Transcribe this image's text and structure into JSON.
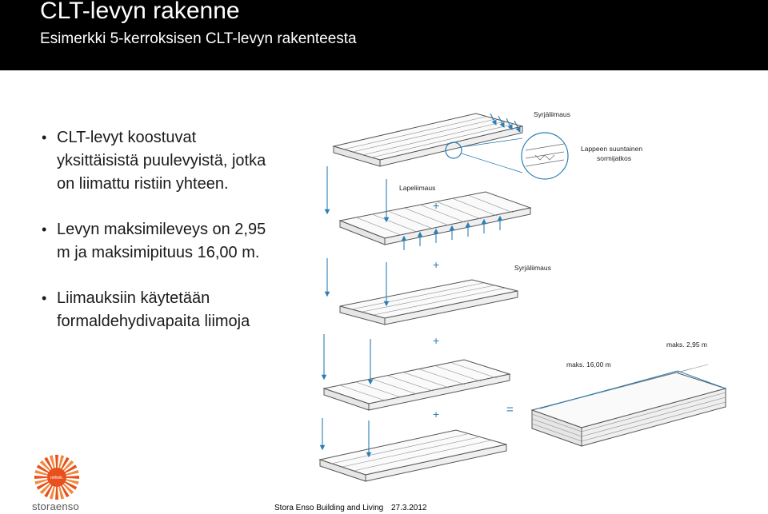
{
  "header": {
    "title": "CLT-levyn rakenne",
    "subtitle": "Esimerkki 5-kerroksisen CLT-levyn rakenteesta"
  },
  "bullets": [
    "CLT-levyt koostuvat yksittäisistä puulevyistä, jotka on liimattu ristiin yhteen.",
    "Levyn maksimileveys on 2,95 m ja maksimipituus 16,00 m.",
    "Liimauksiin käytetään formaldehydivapaita liimoja"
  ],
  "diagram": {
    "labels": {
      "edge_glue_top": "Syrjäliimaus",
      "finger_joint_line1": "Lappeen suuntainen",
      "finger_joint_line2": "sormijatkos",
      "face_glue": "Lapeliimaus",
      "edge_glue_mid": "Syrjäliimaus",
      "max_width": "maks. 2,95 m",
      "max_length": "maks. 16,00 m"
    },
    "symbols": {
      "plus": "+",
      "equals": "="
    },
    "colors": {
      "arrow": "#2a7fb5",
      "plank_line": "#555555"
    }
  },
  "footer": {
    "logo_badge": "rethink.",
    "logo_word": "storaenso",
    "company": "Stora Enso Building and Living",
    "date": "27.3.2012"
  },
  "colors": {
    "header_bg": "#000000",
    "logo_orange": "#e8501e"
  }
}
